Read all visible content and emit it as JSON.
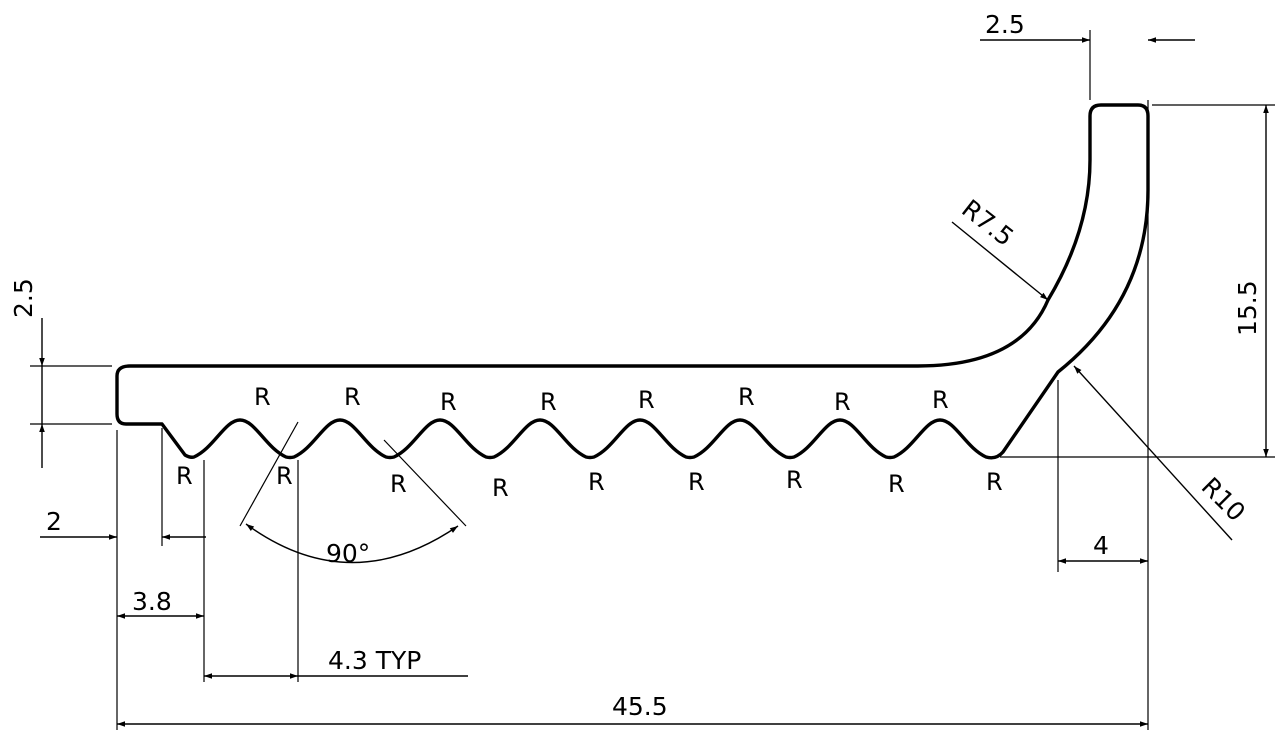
{
  "drawing": {
    "dims": {
      "top_wall": "2.5",
      "left_thickness": "2.5",
      "vertical_height": "15.5",
      "bend_radius": "R7.5",
      "outer_radius": "R10",
      "chamfer_width": "4",
      "lip": "2",
      "first_valley": "3.8",
      "pitch": "4.3 TYP",
      "overall": "45.5",
      "angle": "90°"
    },
    "radius_mark": "R"
  }
}
